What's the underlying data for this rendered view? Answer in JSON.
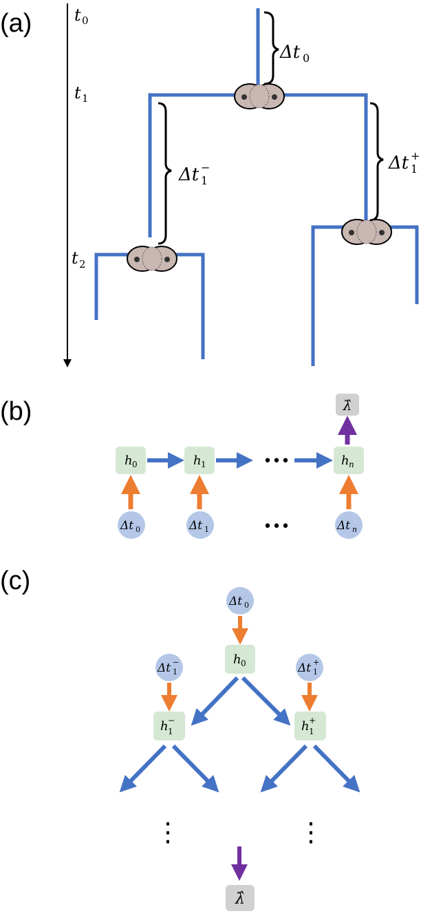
{
  "panels": {
    "a": {
      "label": "(a)",
      "time_labels": [
        "t",
        "t",
        "t"
      ],
      "time_subs": [
        "0",
        "1",
        "2"
      ],
      "intervals": {
        "root": {
          "main": "Δt",
          "sub": "0",
          "sup": ""
        },
        "left": {
          "main": "Δt",
          "sub": "1",
          "sup": "−"
        },
        "right": {
          "main": "Δt",
          "sub": "1",
          "sup": "+"
        }
      }
    },
    "b": {
      "label": "(b)",
      "hidden_nodes": [
        {
          "main": "h",
          "sub": "0"
        },
        {
          "main": "h",
          "sub": "1"
        },
        {
          "main": "h",
          "sub": "n"
        }
      ],
      "input_nodes": [
        {
          "main": "Δt",
          "sub": "0"
        },
        {
          "main": "Δt",
          "sub": "1"
        },
        {
          "main": "Δt",
          "sub": "n"
        }
      ],
      "output": "λ̂",
      "ellipsis": "•••"
    },
    "c": {
      "label": "(c)",
      "inputs": [
        {
          "main": "Δt",
          "sub": "0",
          "sup": ""
        },
        {
          "main": "Δt",
          "sub": "1",
          "sup": "−"
        },
        {
          "main": "Δt",
          "sub": "1",
          "sup": "+"
        }
      ],
      "hidden": [
        {
          "main": "h",
          "sub": "0",
          "sup": ""
        },
        {
          "main": "h",
          "sub": "1",
          "sup": "−"
        },
        {
          "main": "h",
          "sub": "1",
          "sup": "+"
        }
      ],
      "output": "λ̂",
      "vdots": "⋮"
    }
  },
  "colors": {
    "tree_blue": "#4472c4",
    "arrow_blue": "#4472c4",
    "arrow_orange": "#ed7d31",
    "arrow_purple": "#7030a0",
    "hidden_fill": "#d5e8d4",
    "input_fill": "#b4c7e7",
    "output_fill": "#d0d0d0",
    "cell_fill": "#c9b7b2"
  }
}
